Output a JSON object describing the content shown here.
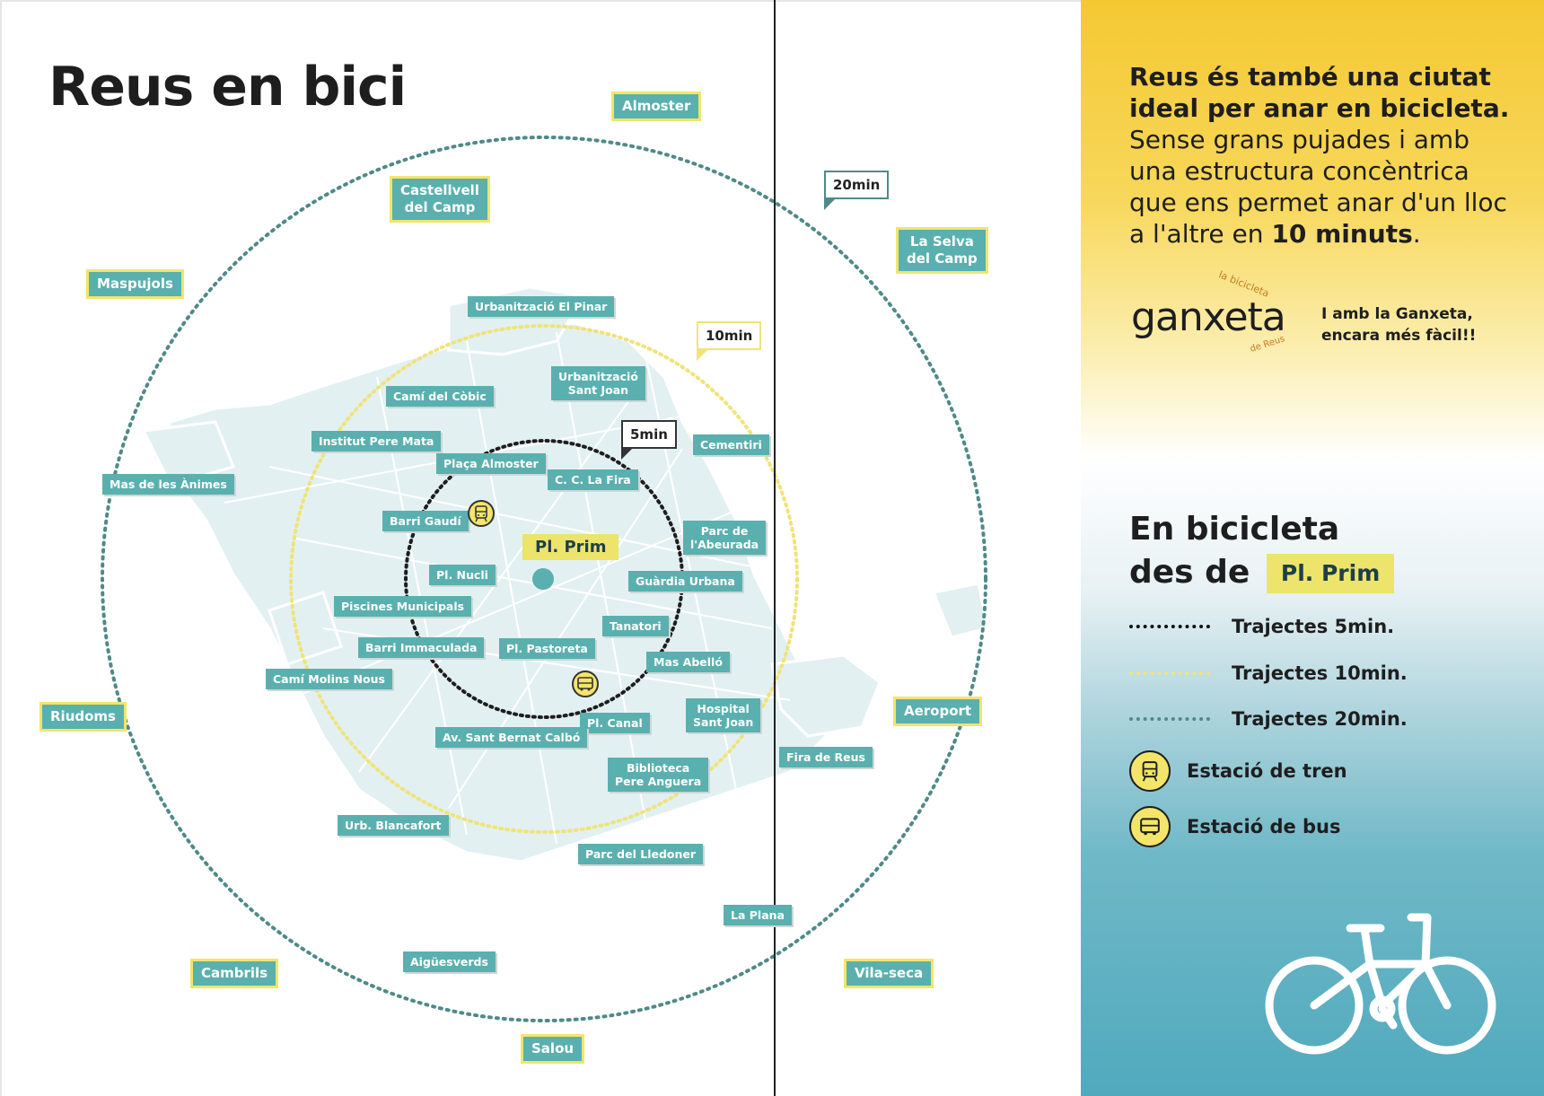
{
  "map": {
    "title": "Reus en bici",
    "center_label": "Pl. Prim",
    "ring_labels": {
      "r5": "5min",
      "r10": "10min",
      "r20": "20min"
    },
    "ring_colors": {
      "r5": "#1e1e1e",
      "r10": "#f0e37a",
      "r20": "#4f8a88"
    },
    "towns": [
      "Almoster",
      "Castellvell\ndel Camp",
      "La Selva\ndel Camp",
      "Maspujols",
      "Riudoms",
      "Aeroport",
      "Cambrils",
      "Vila-seca",
      "Salou"
    ],
    "places": [
      "Urbanització El Pinar",
      "Urbanització\nSant Joan",
      "Camí del Còbic",
      "Institut Pere Mata",
      "Cementiri",
      "Plaça Almoster",
      "C. C. La Fira",
      "Mas de les Ànimes",
      "Barri Gaudí",
      "Parc de\nl'Abeurada",
      "Pl. Nucli",
      "Guàrdia Urbana",
      "Piscines Municipals",
      "Tanatori",
      "Barri Immaculada",
      "Pl. Pastoreta",
      "Mas Abelló",
      "Camí Molins Nous",
      "Hospital\nSant Joan",
      "Pl. Canal",
      "Av. Sant Bernat Calbó",
      "Fira de Reus",
      "Biblioteca\nPere Anguera",
      "Urb. Blancafort",
      "Parc del Lledoner",
      "La Plana",
      "Aigüesverds"
    ],
    "tag_color": "#5ab0ae",
    "town_border_color": "#f2e56a",
    "stations": [
      {
        "type": "train",
        "icon": "train-icon"
      },
      {
        "type": "bus",
        "icon": "bus-icon"
      }
    ]
  },
  "panel": {
    "intro_bold": "Reus és també una ciutat ideal per anar en bicicleta.",
    "intro_regular": "Sense grans pujades i amb una estructura concèntrica que ens permet anar d'un lloc a l'altre en",
    "intro_emph": "10 minuts",
    "intro_end": ".",
    "logo": {
      "word": "ganxeta",
      "top": "la bicicleta",
      "bottom": "de Reus"
    },
    "logo_caption": "I amb la Ganxeta, encara més fàcil!!",
    "from_heading_1": "En bicicleta",
    "from_heading_2": "des de",
    "from_place": "Pl. Prim",
    "legend": [
      {
        "label": "Trajectes 5min.",
        "color": "#111111"
      },
      {
        "label": "Trajectes 10min.",
        "color": "#f0e37a"
      },
      {
        "label": "Trajectes 20min.",
        "color": "#4f8a88"
      },
      {
        "label": "Estació de tren",
        "icon": "train-icon"
      },
      {
        "label": "Estació de bus",
        "icon": "bus-icon"
      }
    ],
    "accent_yellow": "#f5c832",
    "accent_teal": "#50aabd"
  }
}
